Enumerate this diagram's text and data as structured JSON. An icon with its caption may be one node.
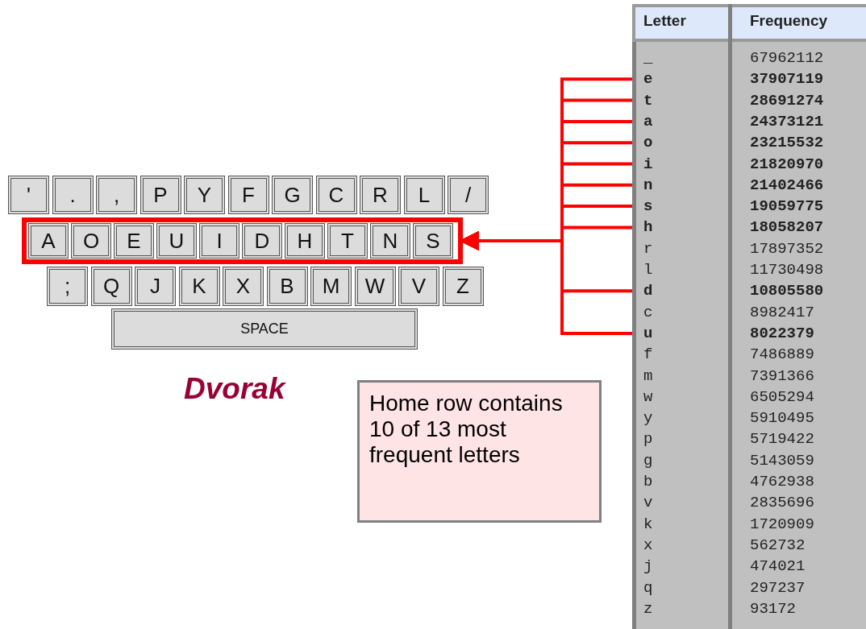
{
  "diagram": {
    "nodes": [
      {
        "text": [
          "'"
        ]
      },
      {
        "text": [
          "."
        ]
      },
      {
        "text": [
          ","
        ]
      },
      {
        "text": [
          "P"
        ]
      },
      {
        "text": [
          "Y"
        ]
      },
      {
        "text": [
          "F"
        ]
      },
      {
        "text": [
          "G"
        ]
      },
      {
        "text": [
          "C"
        ]
      },
      {
        "text": [
          "R"
        ]
      },
      {
        "text": [
          "L"
        ]
      },
      {
        "text": [
          "/"
        ]
      },
      {
        "text": [],
        "shape": "box"
      },
      {
        "text": [
          "A"
        ],
        "in": 11
      },
      {
        "text": [
          "O"
        ],
        "in": 11
      },
      {
        "text": [
          "E"
        ],
        "in": 11
      },
      {
        "text": [
          "U"
        ],
        "in": 11
      },
      {
        "text": [
          "I"
        ],
        "in": 11
      },
      {
        "text": [
          "D"
        ],
        "in": 11
      },
      {
        "text": [
          "H"
        ],
        "in": 11
      },
      {
        "text": [
          "T"
        ],
        "in": 11
      },
      {
        "text": [
          "N"
        ],
        "in": 11
      },
      {
        "text": [
          "S"
        ],
        "in": 11
      },
      {
        "text": [
          ";"
        ]
      },
      {
        "text": [
          "Q"
        ]
      },
      {
        "text": [
          "J"
        ]
      },
      {
        "text": [
          "K"
        ]
      },
      {
        "text": [
          "X"
        ]
      },
      {
        "text": [
          "B"
        ]
      },
      {
        "text": [
          "M"
        ]
      },
      {
        "text": [
          "W"
        ]
      },
      {
        "text": [
          "V"
        ]
      },
      {
        "text": [
          "Z"
        ]
      },
      {
        "text": [
          "SPACE"
        ]
      },
      {
        "text": [
          "Home row contains 10 of 13 most frequent letters"
        ]
      },
      {
        "text": [
          "e"
        ]
      },
      {
        "text": [
          "t"
        ]
      },
      {
        "text": [
          "a"
        ]
      },
      {
        "text": [
          "o"
        ]
      },
      {
        "text": [
          "i"
        ]
      },
      {
        "text": [
          "n"
        ]
      },
      {
        "text": [
          "s"
        ]
      },
      {
        "text": [
          "h"
        ]
      },
      {
        "text": [
          "d"
        ]
      },
      {
        "text": [
          "u"
        ]
      }
    ],
    "edges": [
      {
        "from": 34,
        "to": 11,
        "arrow": "to",
        "color": "#ff0000"
      },
      {
        "from": 35,
        "to": 11,
        "arrow": "to",
        "color": "#ff0000"
      },
      {
        "from": 36,
        "to": 11,
        "arrow": "to",
        "color": "#ff0000"
      },
      {
        "from": 37,
        "to": 11,
        "arrow": "to",
        "color": "#ff0000"
      },
      {
        "from": 38,
        "to": 11,
        "arrow": "to",
        "color": "#ff0000"
      },
      {
        "from": 39,
        "to": 11,
        "arrow": "to",
        "color": "#ff0000"
      },
      {
        "from": 40,
        "to": 11,
        "arrow": "to",
        "color": "#ff0000"
      },
      {
        "from": 41,
        "to": 11,
        "arrow": "to",
        "color": "#ff0000"
      },
      {
        "from": 42,
        "to": 11,
        "arrow": "to",
        "color": "#ff0000"
      },
      {
        "from": 43,
        "to": 11,
        "arrow": "to",
        "color": "#ff0000"
      }
    ],
    "labels": [
      "Dvorak",
      "Letter",
      "Frequency",
      "_",
      "67962112",
      "37907119",
      "28691274",
      "24373121",
      "23215532",
      "21820970",
      "21402466",
      "19059775",
      "18058207",
      "r",
      "17897352",
      "l",
      "11730498",
      "10805580",
      "c",
      "8982417",
      "8022379",
      "f",
      "7486889",
      "m",
      "7391366",
      "w",
      "6505294",
      "y",
      "5910495",
      "p",
      "5719422",
      "g",
      "5143059",
      "b",
      "4762938",
      "v",
      "2835696",
      "k",
      "1720909",
      "x",
      "562732",
      "j",
      "474021",
      "q",
      "297237",
      "z",
      "93172"
    ]
  }
}
